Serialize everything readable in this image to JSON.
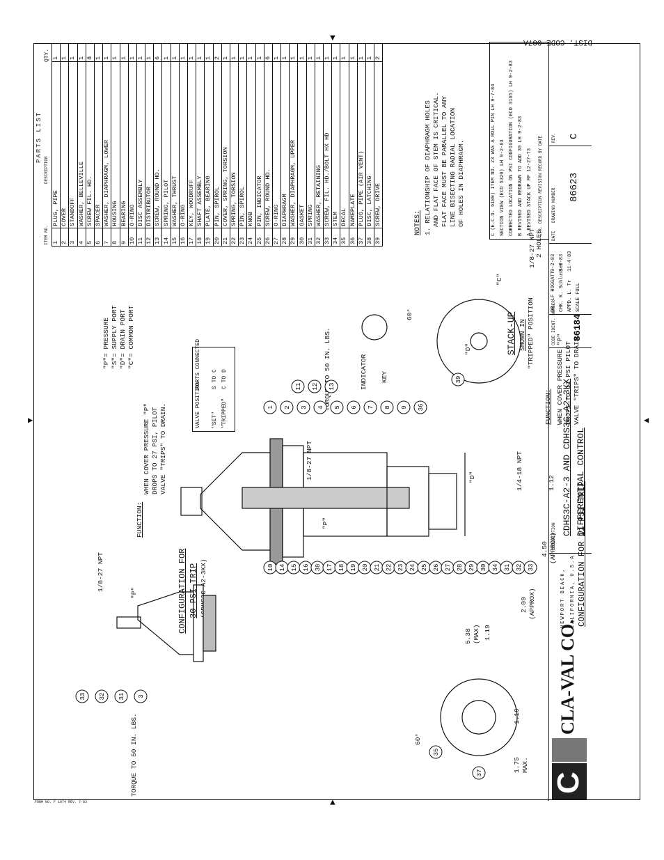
{
  "header": {
    "dist_code": "DIST. CODE 007A",
    "form_no": "FORM NO. F 1074 REV. 7-83"
  },
  "parts_list": {
    "title": "PARTS LIST",
    "columns": {
      "item": "ITEM NO.",
      "description": "DESCRIPTION",
      "qty": "QTY."
    },
    "rows": [
      {
        "no": "1",
        "desc": "PLUG, PIPE",
        "qty": "1"
      },
      {
        "no": "2",
        "desc": "COVER",
        "qty": "1"
      },
      {
        "no": "3",
        "desc": "STANDOFF",
        "qty": "1"
      },
      {
        "no": "4",
        "desc": "WASHER, BELLEVILLE",
        "qty": "1"
      },
      {
        "no": "5",
        "desc": "SCREW FIL. HD.",
        "qty": "8"
      },
      {
        "no": "6",
        "desc": "SPACER",
        "qty": "1"
      },
      {
        "no": "7",
        "desc": "WASHER, DIAPHRAGM, LOWER",
        "qty": "1"
      },
      {
        "no": "8",
        "desc": "HOUSING",
        "qty": "1"
      },
      {
        "no": "9",
        "desc": "BEARING",
        "qty": "1"
      },
      {
        "no": "10",
        "desc": "O-RING",
        "qty": "1"
      },
      {
        "no": "11",
        "desc": "DISC ASSEMBLY",
        "qty": "1"
      },
      {
        "no": "12",
        "desc": "DISTRIBUTOR",
        "qty": "1"
      },
      {
        "no": "13",
        "desc": "SCREW, ROUND HD.",
        "qty": "6"
      },
      {
        "no": "14",
        "desc": "SPRING, PILOT",
        "qty": "1"
      },
      {
        "no": "15",
        "desc": "WASHER, THRUST",
        "qty": "1"
      },
      {
        "no": "16",
        "desc": "O-RING",
        "qty": "1"
      },
      {
        "no": "17",
        "desc": "KEY, WOODRUFF",
        "qty": "1"
      },
      {
        "no": "18",
        "desc": "SHAFT ASSEMBLY",
        "qty": "1"
      },
      {
        "no": "19",
        "desc": "PLATE, BEARING",
        "qty": "1"
      },
      {
        "no": "20",
        "desc": "PIN, SPIROL",
        "qty": "2"
      },
      {
        "no": "21",
        "desc": "COVER, SPRING, TORSION",
        "qty": "1"
      },
      {
        "no": "22",
        "desc": "SPRING, TORSION",
        "qty": "1"
      },
      {
        "no": "23",
        "desc": "PIN, SPIROL",
        "qty": "1"
      },
      {
        "no": "24",
        "desc": "KNOB",
        "qty": "1"
      },
      {
        "no": "25",
        "desc": "PIN, INDICATOR",
        "qty": "1"
      },
      {
        "no": "26",
        "desc": "SCREW, ROUND HD.",
        "qty": "6"
      },
      {
        "no": "27",
        "desc": "O-RING",
        "qty": "1"
      },
      {
        "no": "28",
        "desc": "DIAPHRAGM",
        "qty": "1"
      },
      {
        "no": "29",
        "desc": "WASHER, DIAPHRAGM, UPPER",
        "qty": "1"
      },
      {
        "no": "30",
        "desc": "GASKET",
        "qty": "1"
      },
      {
        "no": "31",
        "desc": "SPRING",
        "qty": "1"
      },
      {
        "no": "32",
        "desc": "WASHER, RETAINING",
        "qty": "1"
      },
      {
        "no": "33",
        "desc": "SCREW, FIL. HD./BOLT HX HD",
        "qty": "1"
      },
      {
        "no": "34",
        "desc": "STEM",
        "qty": "1"
      },
      {
        "no": "35",
        "desc": "DECAL",
        "qty": "1"
      },
      {
        "no": "36",
        "desc": "NAMEPLATE",
        "qty": "1"
      },
      {
        "no": "37",
        "desc": "PLUG, PIPE (AIR VENT)",
        "qty": "1"
      },
      {
        "no": "38",
        "desc": "DISC, LATCHING",
        "qty": "1"
      },
      {
        "no": "39",
        "desc": "SCREW, DRIVE",
        "qty": "2"
      }
    ]
  },
  "notes": {
    "title": "NOTES:",
    "lines": [
      "1. RELATIONSHIP OF DIAPHRAGM HOLES",
      "AND FLAT FACE OF STEM IS CRITICAL.",
      "FLAT FACE MUST BE PARALLEL TO ANY",
      "LINE BISECTING RADIAL LOCATION",
      "OF HOLES IN DIAPHRAGM."
    ]
  },
  "ports_legend": [
    "\"P\"= PRESSURE",
    "\"S\"= SUPPLY PORT",
    "\"D\"= DRAIN PORT",
    "\"C\"= COMMON PORT"
  ],
  "ports_table": {
    "h1": "VALVE POSITION",
    "h2": "PORTS CONNECTED",
    "rows": [
      {
        "pos": "\"SET\"",
        "con": "S TO C"
      },
      {
        "pos": "\"TRIPPED\"",
        "con": "C TO D"
      }
    ]
  },
  "function_top": {
    "title": "FUNCTION:",
    "lines": [
      "WHEN COVER PRESSURE \"P\"",
      "DROPS TO 27 PSI, PILOT",
      "VALVE \"TRIPS\" TO DRAIN."
    ]
  },
  "function_bottom": {
    "title": "FUNCTION:",
    "lines": [
      "WHEN COVER PRESSURE \"P\"",
      "DROPS TO 11 PSI PILOT",
      "VALVE \"TRIPS\" TO DRAIN."
    ]
  },
  "stack_up": {
    "title": "STACK-UP",
    "sub1": "SHOWN IN",
    "sub2": "\"TRIPPED\" POSITION",
    "npt": "1/8-27 NPT",
    "holes": "2 HOLES",
    "port_c": "\"C\"",
    "port_d": "\"D\""
  },
  "config_30": {
    "l1": "CONFIGURATION FOR",
    "l2": "30 PSI TRIP",
    "l3": "(CDHS3C-A2-3KX)",
    "npt": "1/8-27 NPT",
    "p": "\"P\""
  },
  "config_11": {
    "l1": "CONFIGURATION FOR 11 PSI TRIP"
  },
  "callouts": {
    "torque_top": "TORQUE TO 50 IN. LBS.",
    "torque_mid": "TORQUE TO 50 IN. LBS.",
    "indicator": "INDICATOR",
    "key": "KEY",
    "npt_main": "1/8-27 NPT",
    "npt_qtr": "1/4-18 NPT",
    "port_p": "\"P\"",
    "port_d": "\"D\"",
    "angle60": "60°",
    "angle60b": "60°"
  },
  "dimensions": {
    "d1": "1.12",
    "d2": "4.50",
    "d2b": "(APPROX)",
    "d3": "2.09",
    "d3b": "(APPROX)",
    "d4": "5.38",
    "d4b": "(MAX)",
    "d5": "1.19",
    "d6": "1.19",
    "d7": "1.75",
    "d7b": "MAX."
  },
  "title_block": {
    "company": "CLA-VAL CO.",
    "logo_letter": "C",
    "address1": "NEWPORT BEACH,",
    "address2": "CALIFORNIA, U.S.A.",
    "desc_label": "DESCRIPTION",
    "title1": "CDHS3C-A2-3 AND CDHS3C-A2-3KX",
    "title2": "DIFFERENTIAL CONTROL",
    "code_ident_label": "CODE IDENT. NUMBER",
    "code_ident": "86184",
    "drawing_number_label": "DRAWING NUMBER",
    "drawing_number": "86623",
    "rev_label": "REV.",
    "rev": "C",
    "dr": "DR. LF HOGGATT",
    "dr_date": "9-2-83",
    "chk": "CHK. K. Schlusser",
    "chk_date": "9-8-83",
    "appd": "APPD. L. Tr",
    "appd_date": "11-4-83",
    "scale": "SCALE FULL",
    "date_label": "DATE"
  },
  "revisions": {
    "label": "REVISION RECORD",
    "col_ltr": "LTR.",
    "col_desc": "DESCRIPTION",
    "col_by": "BY",
    "col_date": "DATE",
    "rows": [
      {
        "ltr": "C",
        "desc": "(E.C.O. 6180) ITEM NO. 23 WAS A ROLL PIN",
        "by": "LH",
        "date": "9-7-84"
      },
      {
        "ltr": "",
        "desc": "SECTION VIEW (ECO 5320)",
        "by": "LH",
        "date": "9-2-83"
      },
      {
        "ltr": "",
        "desc": "CORRECTED LOCATION ON PSI CONFIGURATION (ECO 3165)",
        "by": "LH",
        "date": "9-2-83"
      },
      {
        "ltr": "B",
        "desc": "REVISED AND REDRAWN TO ADD 30",
        "by": "LH",
        "date": "9-2-83"
      },
      {
        "ltr": "A",
        "desc": "REVISED STACK UP",
        "by": "MF",
        "date": "12-27-73"
      }
    ]
  },
  "balloons_main": [
    "1",
    "2",
    "3",
    "4",
    "5",
    "6",
    "7",
    "8",
    "9",
    "36",
    "11",
    "12",
    "13",
    "10",
    "14",
    "15",
    "16",
    "38",
    "17",
    "18",
    "19",
    "20",
    "21",
    "22",
    "23",
    "24",
    "25",
    "26",
    "27",
    "28",
    "29",
    "30",
    "34",
    "31",
    "32",
    "33"
  ],
  "balloons_left": [
    "33",
    "32",
    "31",
    "3"
  ],
  "balloons_view": [
    "35",
    "37",
    "39"
  ]
}
